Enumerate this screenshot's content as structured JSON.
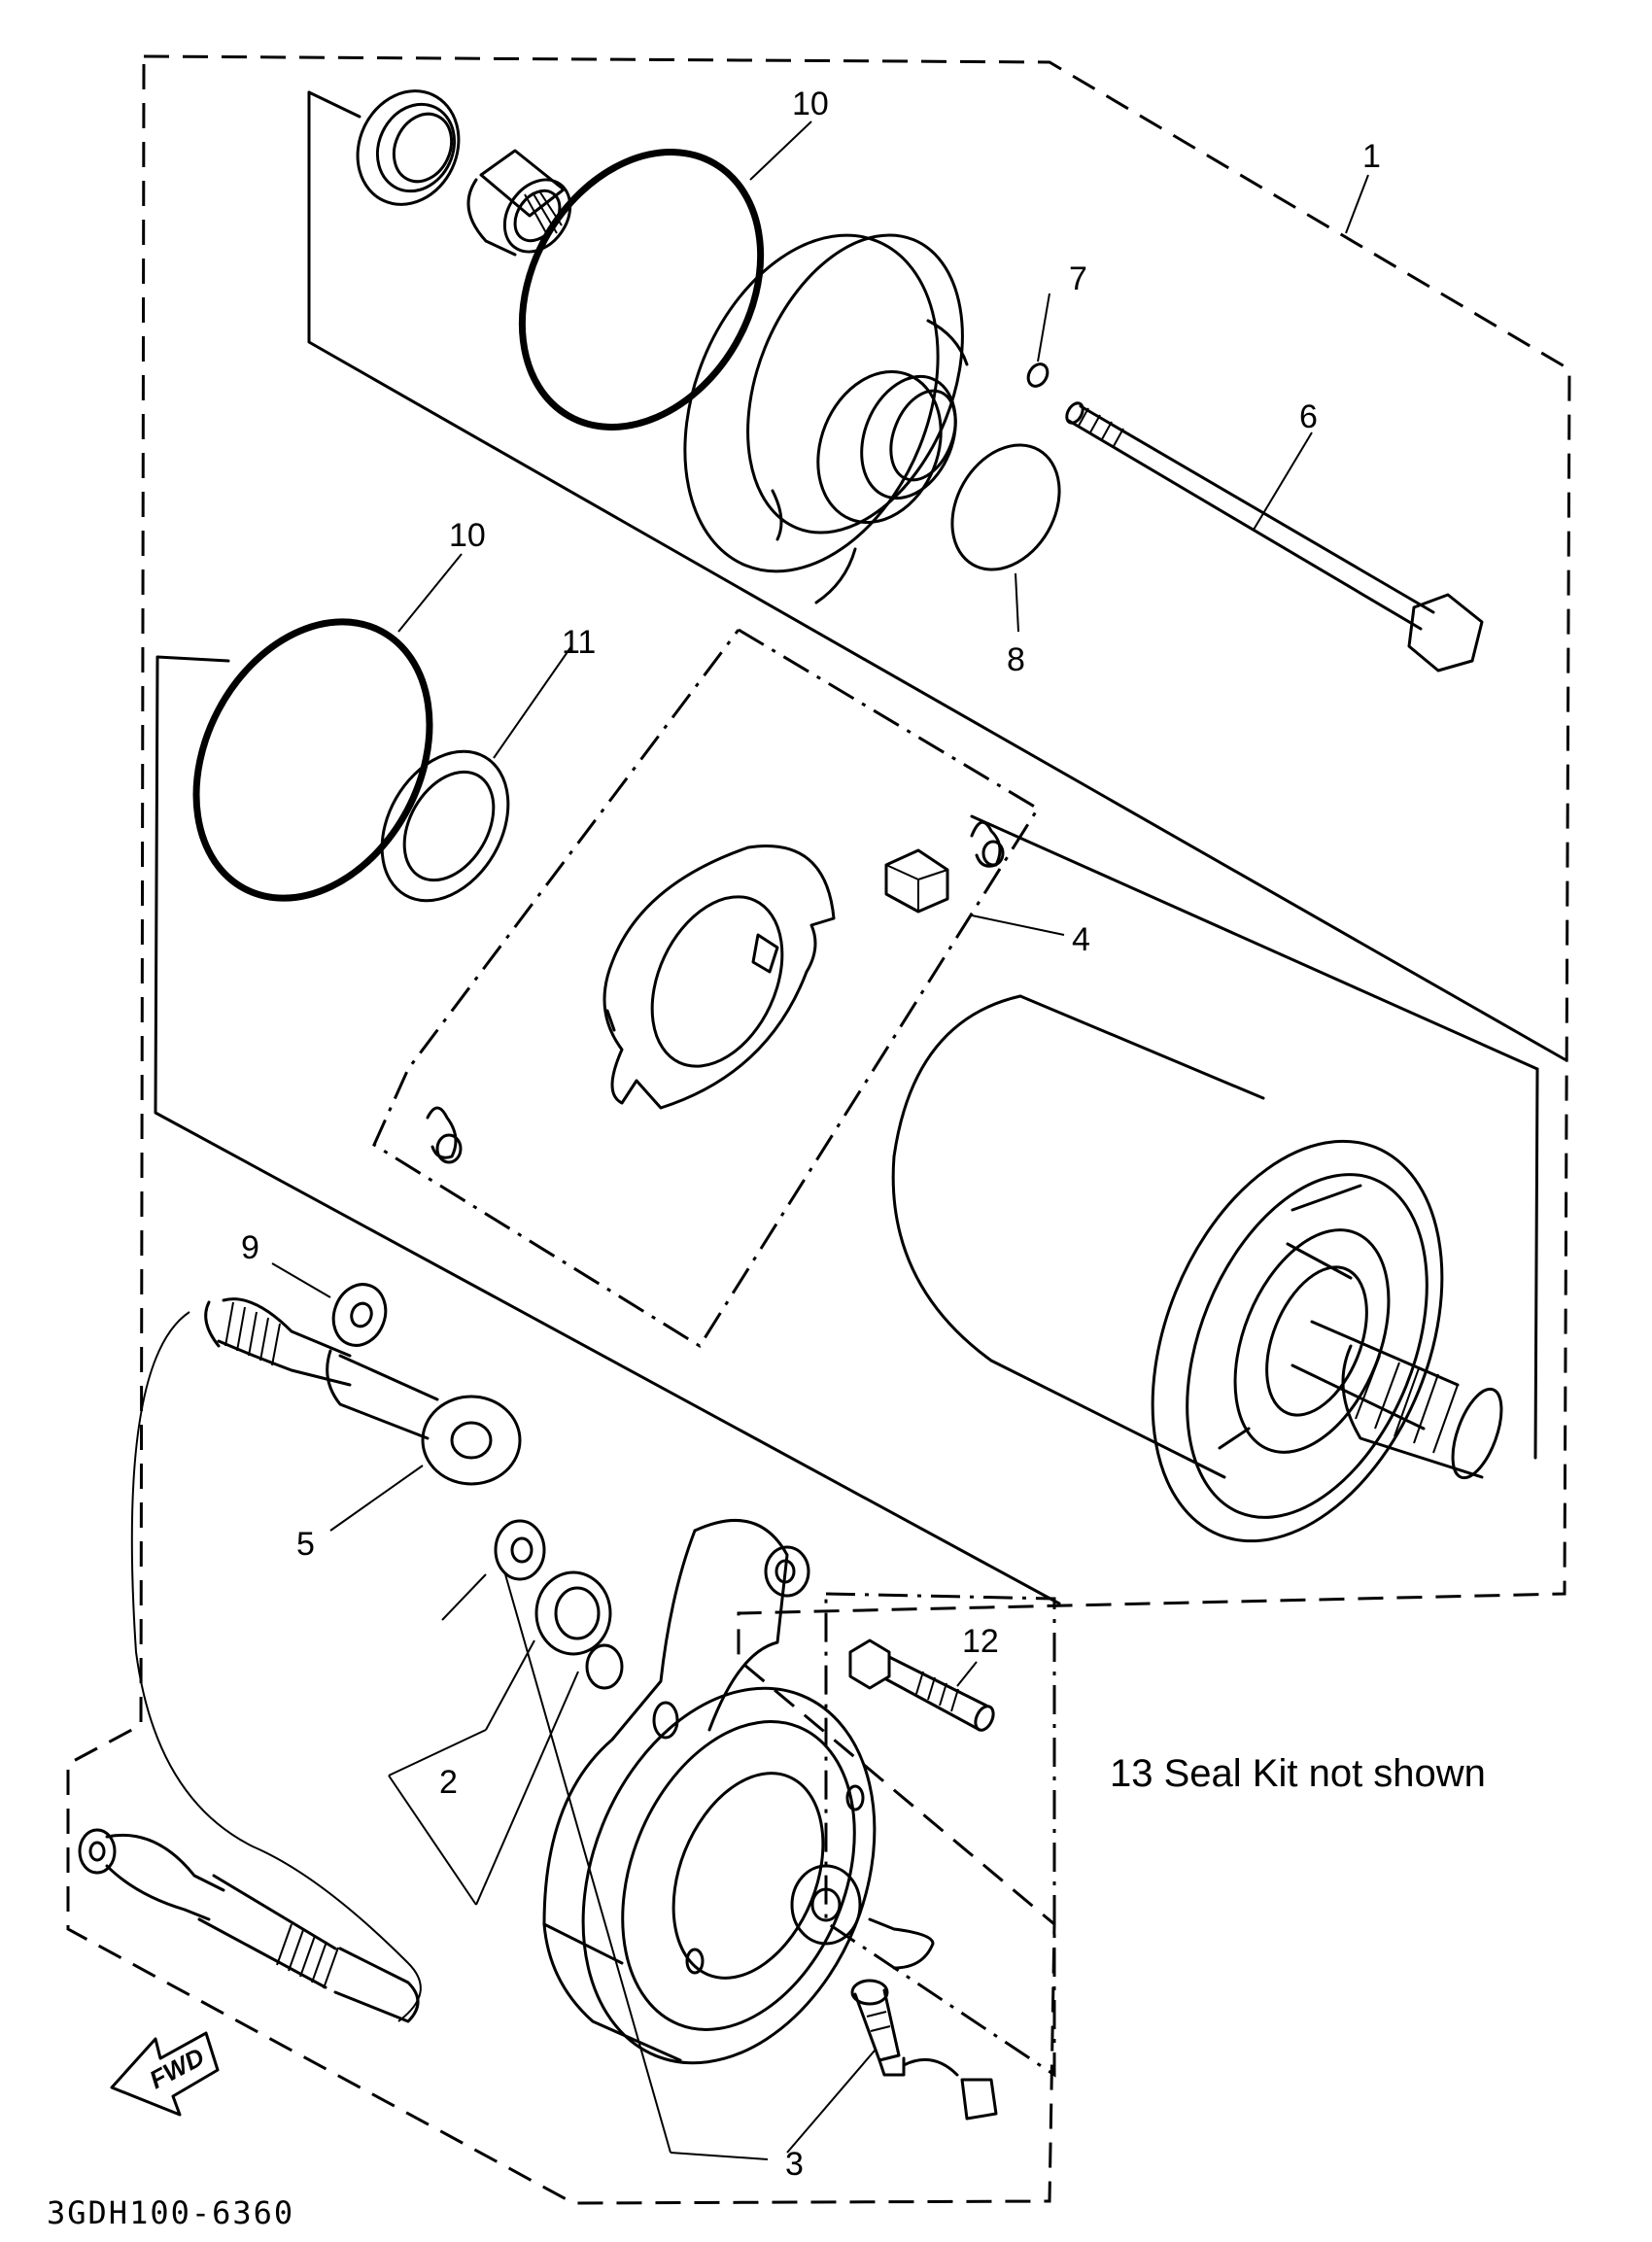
{
  "callouts": {
    "c1": "1",
    "c2": "2",
    "c3": "3",
    "c4": "4",
    "c5": "5",
    "c6": "6",
    "c7": "7",
    "c8": "8",
    "c9": "9",
    "c10a": "10",
    "c10b": "10",
    "c11": "11",
    "c12": "12"
  },
  "note": "13 Seal Kit not shown",
  "diagram_code": "3GDH100-6360",
  "fwd_label": "FWD"
}
